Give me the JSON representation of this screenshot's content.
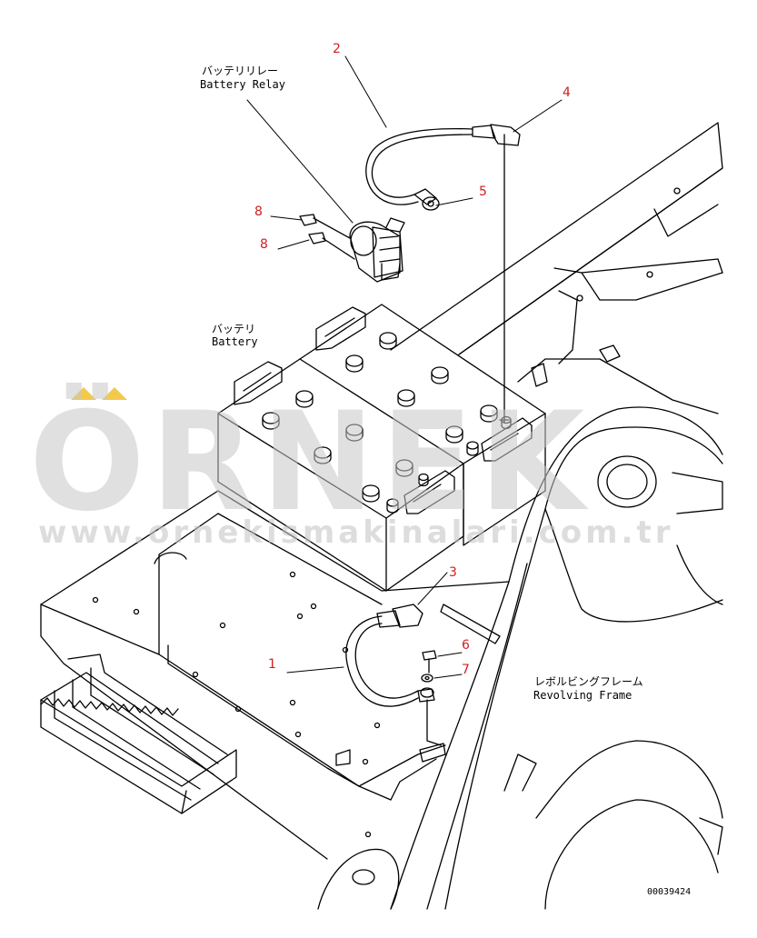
{
  "labels": {
    "battery_relay_jp": "バッテリリレー",
    "battery_relay_en": "Battery Relay",
    "battery_jp": "バッテリ",
    "battery_en": "Battery",
    "revolving_frame_jp": "レボルビングフレーム",
    "revolving_frame_en": "Revolving Frame"
  },
  "callouts": [
    "1",
    "2",
    "3",
    "4",
    "5",
    "6",
    "7",
    "8",
    "8"
  ],
  "drawing_code": "00039424",
  "watermark": {
    "brand": "ÖRNEK",
    "url": "www.ornekismakinalari.com.tr",
    "color": "#c8c8c8",
    "accent": "#f2c94c"
  },
  "colors": {
    "line": "#000000",
    "callout": "#d02020"
  }
}
